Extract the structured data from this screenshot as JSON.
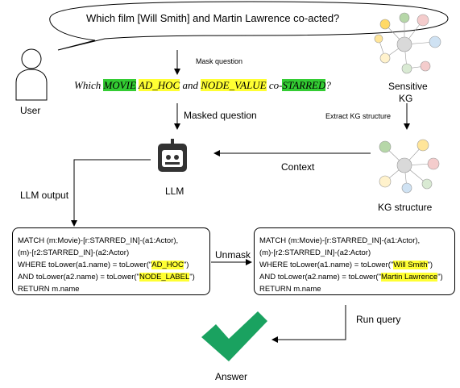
{
  "question": "Which film [Will Smith] and Martin Lawrence co-acted?",
  "mask_question_label": "Mask question",
  "masked_parts": [
    {
      "text": "Which ",
      "hl": ""
    },
    {
      "text": "MOVIE",
      "hl": "green"
    },
    {
      "text": " ",
      "hl": ""
    },
    {
      "text": "AD_HOC",
      "hl": "yellow"
    },
    {
      "text": " and ",
      "hl": ""
    },
    {
      "text": "NODE_VALUE",
      "hl": "yellow"
    },
    {
      "text": " co-",
      "hl": ""
    },
    {
      "text": "STARRED",
      "hl": "green"
    },
    {
      "text": "?",
      "hl": ""
    }
  ],
  "masked_question_label": "Masked question",
  "user_label": "User",
  "sensitive_kg_label_1": "Sensitive",
  "sensitive_kg_label_2": "KG",
  "extract_label": "Extract KG structure",
  "context_label": "Context",
  "llm_label": "LLM",
  "kg_structure_label": "KG structure",
  "llm_output_label": "LLM output",
  "unmask_label": "Unmask",
  "run_query_label": "Run query",
  "answer_label": "Answer",
  "masked_query": {
    "line1": "MATCH (m:Movie)-[r:STARRED_IN]-(a1:Actor),",
    "line2": "(m)-[r2:STARRED_IN]-(a2:Actor)",
    "line3_pre": "WHERE toLower(a1.name) = toLower(\"",
    "line3_val": "AD_HOC",
    "line3_post": "\")",
    "line4_pre": "AND toLower(a2.name) = toLower(\"",
    "line4_val": "NODE_LABEL",
    "line4_post": "\")",
    "line5": "RETURN m.name"
  },
  "unmasked_query": {
    "line1": "MATCH (m:Movie)-[r:STARRED_IN]-(a1:Actor),",
    "line2": "(m)-[r2:STARRED_IN]-(a2:Actor)",
    "line3_pre": "WHERE toLower(a1.name) = toLower(\"",
    "line3_val": "Will Smith",
    "line3_post": "\")",
    "line4_pre": "AND toLower(a2.name) = toLower(\"",
    "line4_val": "Martin Lawrence",
    "line4_post": "\")",
    "line5": "RETURN m.name"
  },
  "colors": {
    "highlight_green": "#33cc33",
    "highlight_yellow": "#ffff33",
    "check_green": "#1aa260"
  }
}
